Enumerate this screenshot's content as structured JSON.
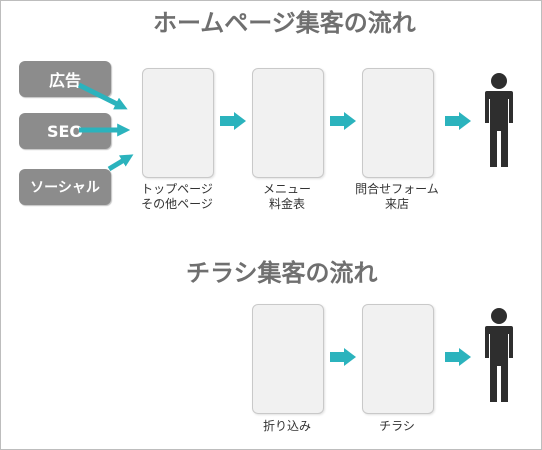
{
  "website_flow": {
    "title": "ホームページ集客の流れ",
    "sources": [
      "広告",
      "SEO",
      "ソーシャル"
    ],
    "steps": [
      {
        "line1": "トップページ",
        "line2": "その他ページ"
      },
      {
        "line1": "メニュー",
        "line2": "料金表"
      },
      {
        "line1": "問合せフォーム",
        "line2": "来店"
      }
    ]
  },
  "flyer_flow": {
    "title": "チラシ集客の流れ",
    "steps": [
      {
        "line1": "折り込み"
      },
      {
        "line1": "チラシ"
      }
    ]
  },
  "colors": {
    "arrow": "#2bb3bd",
    "title": "#6f6f6f",
    "source_box": "#8c8c8c",
    "card": "#f1f1f1",
    "person": "#2e2e2e"
  },
  "icons": [
    "person-icon"
  ]
}
